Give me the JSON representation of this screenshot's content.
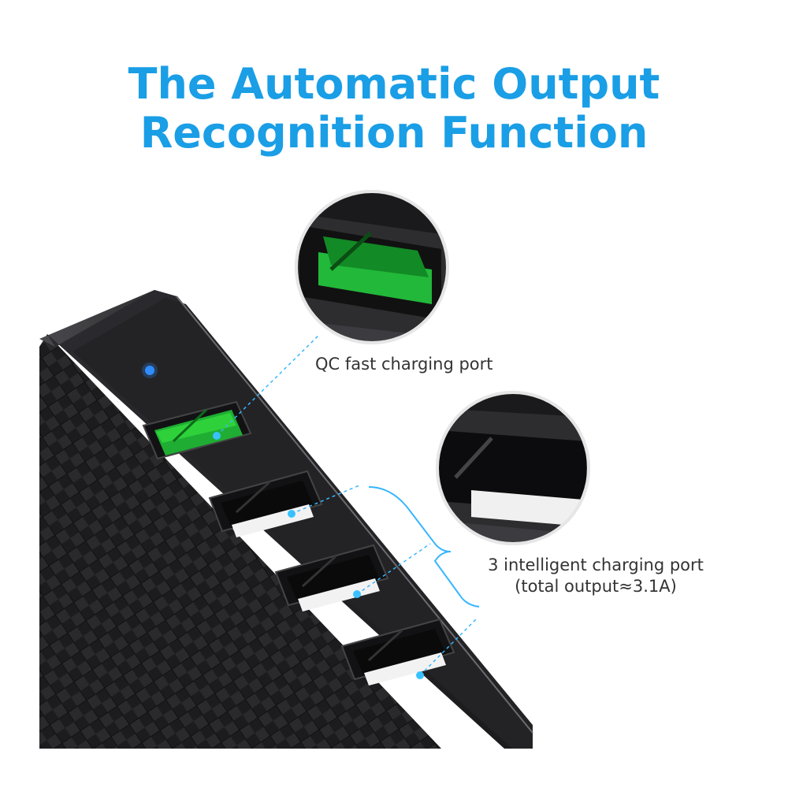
{
  "title": {
    "line1": "The Automatic Output",
    "line2": "Recognition Function"
  },
  "callouts": {
    "qc_port": "QC fast charging port",
    "smart_ports_line1": "3 intelligent charging port",
    "smart_ports_line2": "(total output≈3.1A)"
  },
  "colors": {
    "accent": "#1a9ee6",
    "qc_port_insert": "#2fd13a",
    "body": "#1e1e20",
    "led": "#2f8dff"
  },
  "icons": {
    "led": "blue-led-indicator",
    "qc_port": "usb-a-port-green",
    "smart_port": "usb-a-port-white"
  }
}
